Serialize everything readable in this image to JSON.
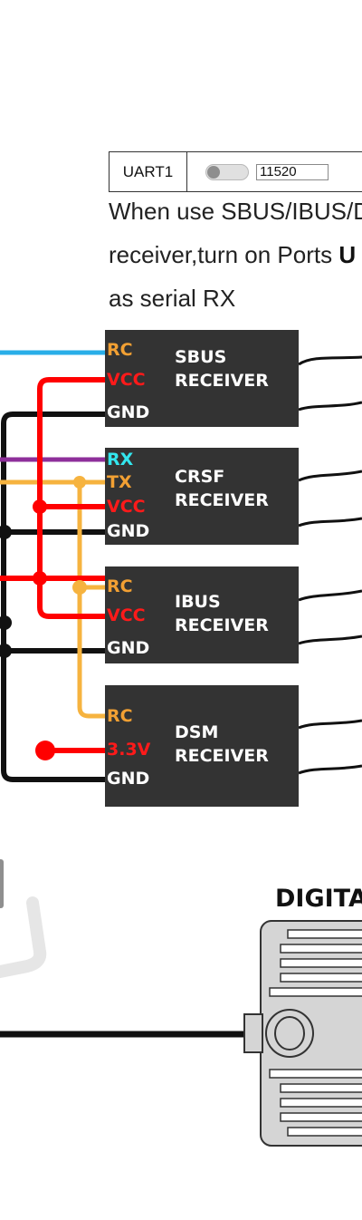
{
  "uart": {
    "port_label": "UART1",
    "baud_value": "11520",
    "toggle_on": false
  },
  "note": {
    "line1": "When use SBUS/IBUS/D",
    "line2_prefix": "receiver,turn on Ports ",
    "line2_bold": "U",
    "line3": "as serial RX"
  },
  "receivers": [
    {
      "name1": "SBUS",
      "name2": "RECEIVER",
      "pins": [
        {
          "label": "RC",
          "color": "#f2a033"
        },
        {
          "label": "VCC",
          "color": "#ff1a1a"
        },
        {
          "label": "GND",
          "color": "#ffffff"
        }
      ]
    },
    {
      "name1": "CRSF",
      "name2": "RECEIVER",
      "pins": [
        {
          "label": "RX",
          "color": "#33e6ee"
        },
        {
          "label": "TX",
          "color": "#f2a033"
        },
        {
          "label": "VCC",
          "color": "#ff1a1a"
        },
        {
          "label": "GND",
          "color": "#ffffff"
        }
      ]
    },
    {
      "name1": "IBUS",
      "name2": "RECEIVER",
      "pins": [
        {
          "label": "RC",
          "color": "#f2a033"
        },
        {
          "label": "VCC",
          "color": "#ff1a1a"
        },
        {
          "label": "GND",
          "color": "#ffffff"
        }
      ]
    },
    {
      "name1": "DSM",
      "name2": "RECEIVER",
      "pins": [
        {
          "label": "RC",
          "color": "#f2a033"
        },
        {
          "label": "3.3V",
          "color": "#ff1a1a"
        },
        {
          "label": "GND",
          "color": "#ffffff"
        }
      ]
    }
  ],
  "vtx": {
    "title": "DIGITA"
  },
  "colors": {
    "wire_blue": "#29aee8",
    "wire_red": "#ff0000",
    "wire_black": "#111111",
    "wire_purple": "#8e2f9a",
    "wire_orange": "#f6b33f",
    "box_fill": "#333333"
  }
}
